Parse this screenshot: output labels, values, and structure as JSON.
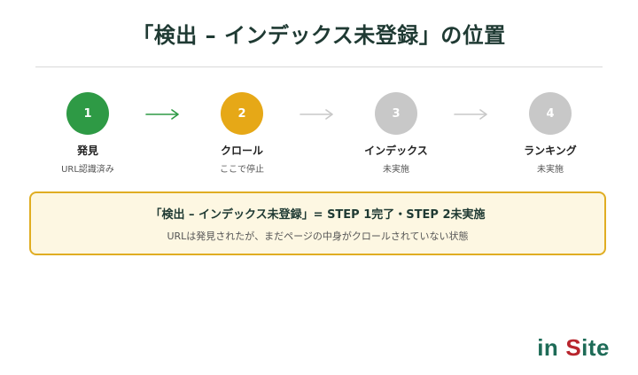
{
  "title": "「検出 – インデックス未登録」の位置",
  "steps": [
    {
      "number": "1",
      "title": "発見",
      "sub": "URL認識済み",
      "color": "#2e9a45"
    },
    {
      "number": "2",
      "title": "クロール",
      "sub": "ここで停止",
      "color": "#e6a817"
    },
    {
      "number": "3",
      "title": "インデックス",
      "sub": "未実施",
      "color": "#c8c8c8"
    },
    {
      "number": "4",
      "title": "ランキング",
      "sub": "未実施",
      "color": "#c8c8c8"
    }
  ],
  "arrows": [
    {
      "color": "#2e9a45",
      "icon": "arrow-right-icon"
    },
    {
      "color": "#c8c8c8",
      "icon": "arrow-right-icon"
    },
    {
      "color": "#c8c8c8",
      "icon": "arrow-right-icon"
    }
  ],
  "info": {
    "main": "「検出 – インデックス未登録」= STEP 1完了・STEP 2未実施",
    "sub": "URLは発見されたが、まだページの中身がクロールされていない状態"
  },
  "logo": {
    "in": "in",
    "s": "S",
    "ite": "ite",
    "brand_color": "#1e6b57",
    "accent_color": "#b8252d"
  },
  "colors": {
    "title": "#1f3a33",
    "info_bg": "#fdf7e2",
    "info_border": "#e0ad22"
  }
}
